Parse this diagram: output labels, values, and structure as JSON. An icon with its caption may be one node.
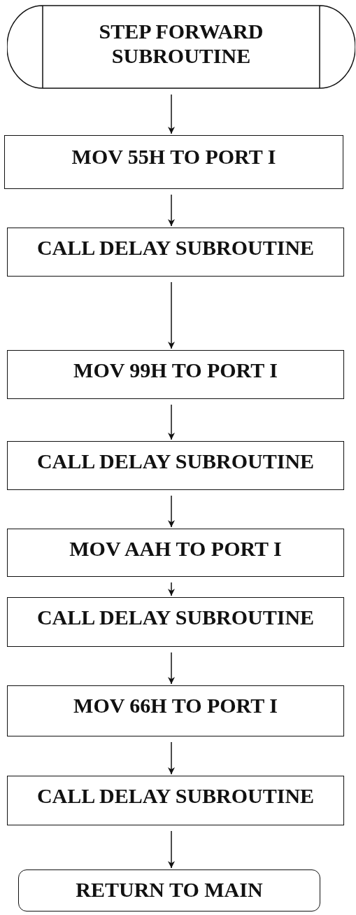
{
  "diagram": {
    "nodes": [
      {
        "text": [
          "STEP FORWARD SUBROUTINE"
        ]
      },
      {
        "text": [
          "MOV 55H TO PORT I"
        ]
      },
      {
        "text": [
          "CALL DELAY SUBROUTINE"
        ]
      },
      {
        "text": [
          "MOV 99H TO PORT I"
        ]
      },
      {
        "text": [
          "CALL DELAY SUBROUTINE"
        ]
      },
      {
        "text": [
          "MOV AAH TO PORT I"
        ]
      },
      {
        "text": [
          "CALL DELAY SUBROUTINE"
        ]
      },
      {
        "text": [
          "MOV 66H TO PORT I"
        ]
      },
      {
        "text": [
          "CALL DELAY SUBROUTINE"
        ]
      },
      {
        "text": [
          "RETURN TO MAIN"
        ]
      }
    ],
    "edges": [
      {
        "from": 0,
        "to": 1,
        "arrow": "to"
      },
      {
        "from": 1,
        "to": 2,
        "arrow": "to"
      },
      {
        "from": 2,
        "to": 3,
        "arrow": "to"
      },
      {
        "from": 3,
        "to": 4,
        "arrow": "to"
      },
      {
        "from": 4,
        "to": 5,
        "arrow": "to"
      },
      {
        "from": 5,
        "to": 6,
        "arrow": "to"
      },
      {
        "from": 6,
        "to": 7,
        "arrow": "to"
      },
      {
        "from": 7,
        "to": 8,
        "arrow": "to"
      },
      {
        "from": 8,
        "to": 9,
        "arrow": "to"
      }
    ]
  }
}
